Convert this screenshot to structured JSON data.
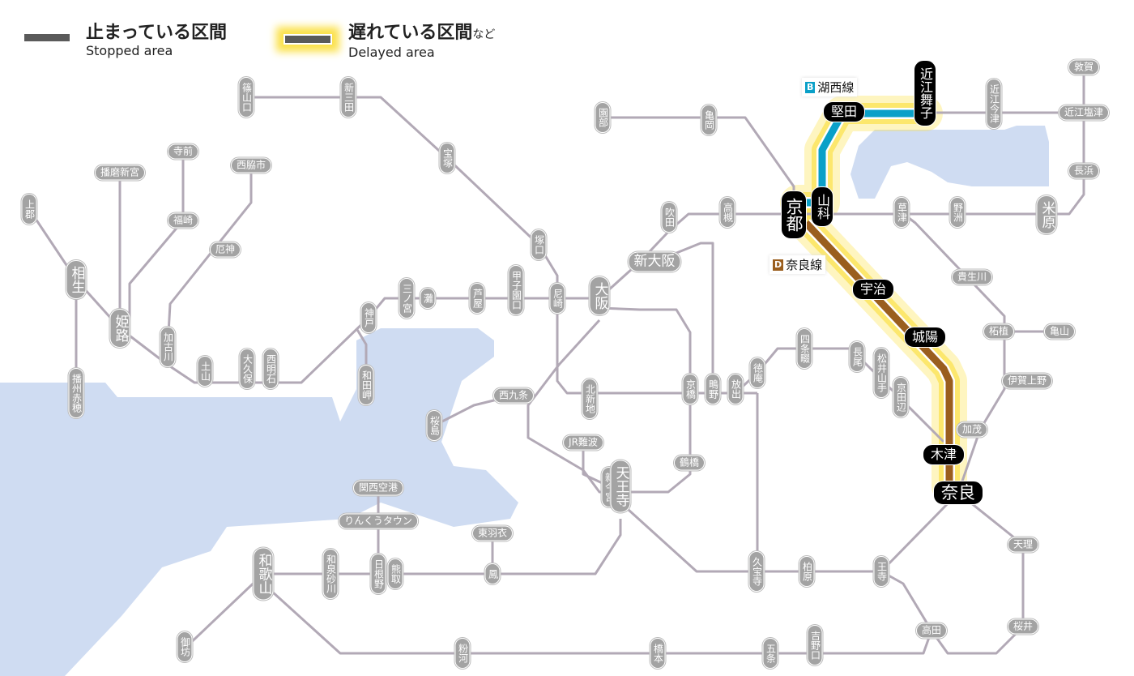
{
  "legend": {
    "stopped_jp": "止まっている区間",
    "stopped_en": "Stopped area",
    "delayed_jp": "遅れている区間",
    "delayed_jp_suffix": "など",
    "delayed_en": "Delayed area"
  },
  "lines": {
    "kosei": {
      "letter": "B",
      "name": "湖西線",
      "color": "#0aa0c8"
    },
    "nara": {
      "letter": "D",
      "name": "奈良線",
      "color": "#9a5e1e"
    }
  },
  "colors": {
    "track": "#b2a9b6",
    "water": "#cfdcf2",
    "glow": "#fbe14a",
    "station_gray": "#a3a3a3",
    "station_black": "#000000"
  },
  "stations": [
    "篠山口",
    "新三田",
    "宝塚",
    "塚口",
    "尼崎",
    "甲子園口",
    "芦屋",
    "灘",
    "三ノ宮",
    "神戸",
    "和田岬",
    "西明石",
    "大久保",
    "土山",
    "加古川",
    "姫路",
    "相生",
    "上郡",
    "播州赤穂",
    "播磨新宮",
    "寺前",
    "福崎",
    "西脇市",
    "厄神",
    "大阪",
    "新大阪",
    "吹田",
    "高槻",
    "園部",
    "亀岡",
    "北新地",
    "西九条",
    "桜島",
    "京橋",
    "鴫野",
    "放出",
    "徳庵",
    "四条畷",
    "長尾",
    "松井山手",
    "京田辺",
    "鶴橋",
    "JR難波",
    "新今宮",
    "天王寺",
    "関西空港",
    "りんくうタウン",
    "東羽衣",
    "鳳",
    "熊取",
    "日根野",
    "和泉砂川",
    "和歌山",
    "御坊",
    "粉河",
    "橋本",
    "五条",
    "吉野口",
    "高田",
    "桜井",
    "天理",
    "王寺",
    "柏原",
    "久宝寺",
    "加茂",
    "伊賀上野",
    "柘植",
    "亀山",
    "貴生川",
    "草津",
    "野洲",
    "米原",
    "長浜",
    "近江塩津",
    "敦賀",
    "近江今津",
    "京都",
    "山科",
    "堅田",
    "近江舞子",
    "宇治",
    "城陽",
    "木津",
    "奈良"
  ]
}
